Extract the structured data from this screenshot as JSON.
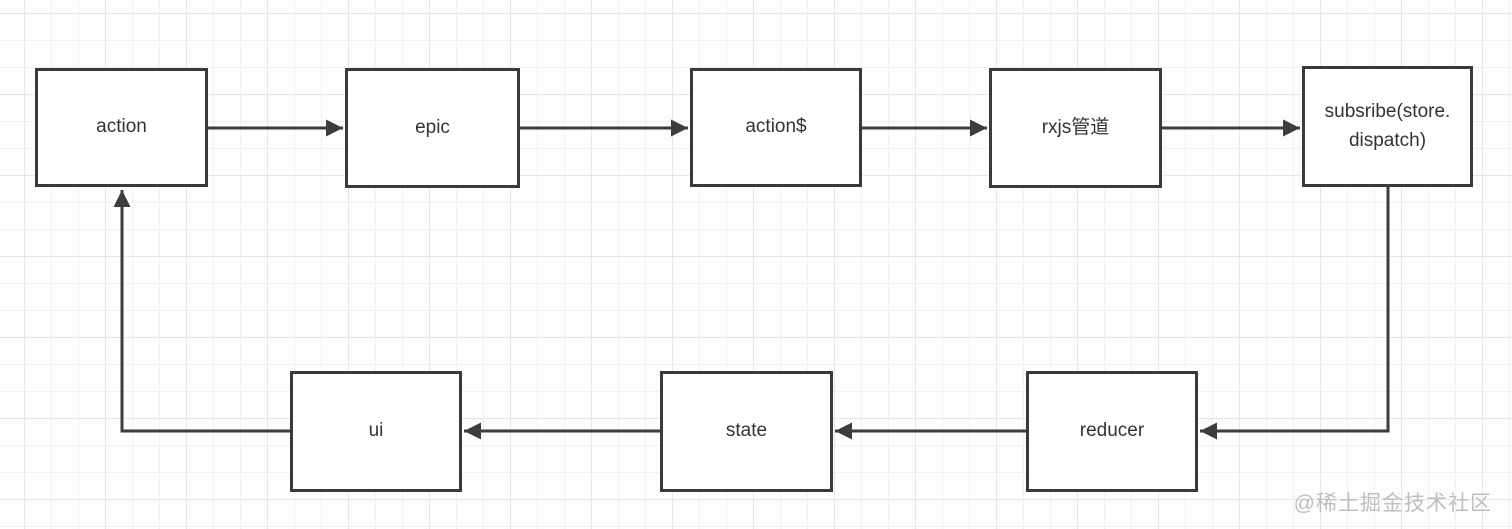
{
  "diagram": {
    "type": "flowchart",
    "description": "redux-observable data flow loop",
    "nodes": [
      {
        "id": "action",
        "label": "action"
      },
      {
        "id": "epic",
        "label": "epic"
      },
      {
        "id": "action-stream",
        "label": "action$"
      },
      {
        "id": "rxjs-pipe",
        "label": "rxjs管道"
      },
      {
        "id": "subscribe",
        "label": "subsribe(store.dispatch)"
      },
      {
        "id": "ui",
        "label": "ui"
      },
      {
        "id": "state",
        "label": "state"
      },
      {
        "id": "reducer",
        "label": "reducer"
      }
    ],
    "edges": [
      {
        "from": "action",
        "to": "epic"
      },
      {
        "from": "epic",
        "to": "action-stream"
      },
      {
        "from": "action-stream",
        "to": "rxjs-pipe"
      },
      {
        "from": "rxjs-pipe",
        "to": "subscribe"
      },
      {
        "from": "subscribe",
        "to": "reducer"
      },
      {
        "from": "reducer",
        "to": "state"
      },
      {
        "from": "state",
        "to": "ui"
      },
      {
        "from": "ui",
        "to": "action"
      }
    ],
    "colors": {
      "box_border": "#3a3a3a",
      "arrow": "#3d3d3d",
      "text": "#333333",
      "grid": "#e7e7ea",
      "background": "#fdfdfd"
    }
  },
  "watermark": {
    "text": "@稀土掘金技术社区"
  }
}
